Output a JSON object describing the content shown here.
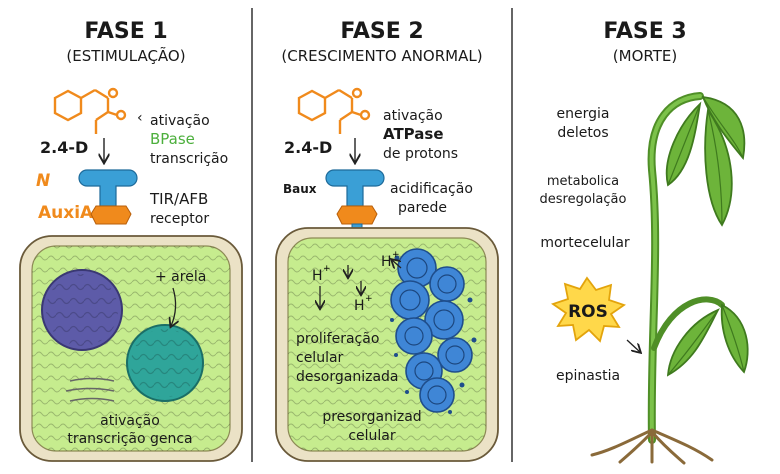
{
  "panels": [
    {
      "title": "FASE 1",
      "subtitle": "(ESTIMULAÇÃO)",
      "labels": {
        "compound": "2.4-D",
        "activation": "ativação",
        "enzyme": "BPase",
        "transcription": "transcrição",
        "marker": "N",
        "auxiaa": "AuxiAA",
        "receptor_line1": "TIR/AFB",
        "receptor_line2": "receptor",
        "arela": "+ arela",
        "bottom_line1": "ativação",
        "bottom_line2": "transcrição genca"
      }
    },
    {
      "title": "FASE 2",
      "subtitle": "(CRESCIMENTO ANORMAL)",
      "labels": {
        "compound": "2.4-D",
        "activation": "ativação",
        "enzyme": "ATPase",
        "protons": "de protons",
        "baux": "Baux",
        "acid_line1": "acidificação",
        "acid_line2": "parede",
        "proton": "H",
        "proton_sup": "+",
        "prolif_line1": "proliferação",
        "prolif_line2": "celular",
        "prolif_line3": "desorganizada",
        "bottom_line1": "presorganizad",
        "bottom_line2": "celular"
      }
    },
    {
      "title": "FASE 3",
      "subtitle": "(MORTE)",
      "labels": {
        "energy_line1": "energia",
        "energy_line2": "deletos",
        "metab_line1": "metabolica",
        "metab_line2": "desregolação",
        "death": "mortecelular",
        "ros": "ROS",
        "epinastia": "epinastia"
      }
    }
  ],
  "colors": {
    "orange": "#f08a1c",
    "green_text": "#4caf3c",
    "receptor_blue": "#3a9fd6",
    "cell_green": "#c6ec8e",
    "cell_border": "#d9c9a0",
    "nucleus_purple": "#5d5ba8",
    "nucleus_teal": "#2fa59a",
    "cluster_blue": "#3f86d6",
    "plant_green": "#5da52e",
    "ros_yellow": "#ffd84a"
  }
}
